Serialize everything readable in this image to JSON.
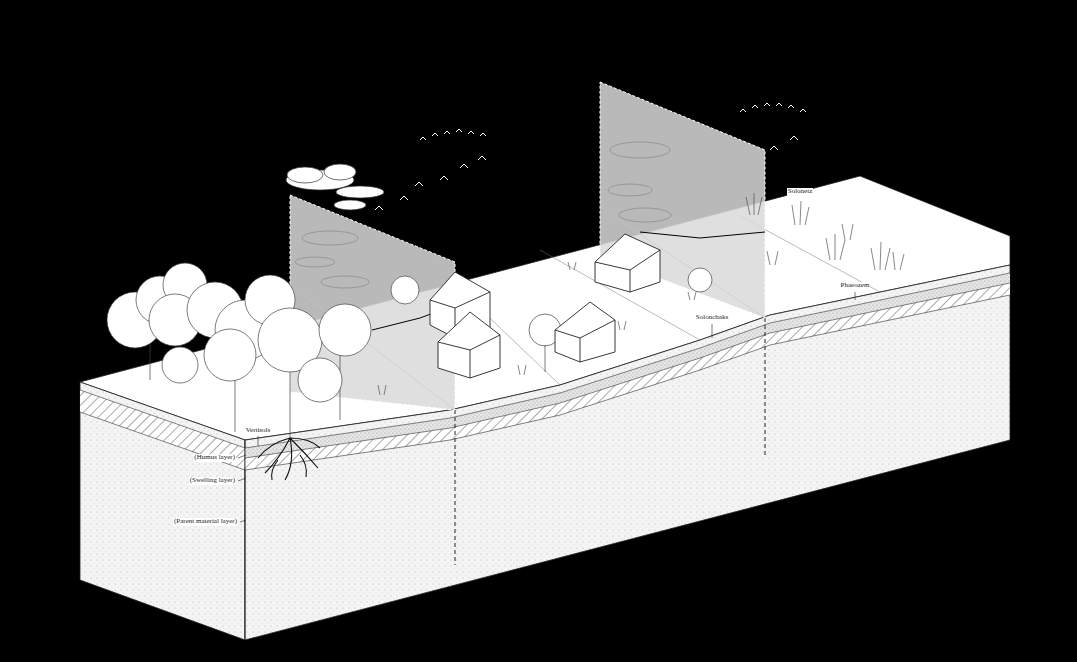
{
  "diagram": {
    "labels": [
      "Vertisols",
      "(Humus layer)",
      "(Swelling layer)",
      "(Parent material layer)",
      "Solonchaks",
      "Phaeozem",
      "Solonetz"
    ]
  }
}
